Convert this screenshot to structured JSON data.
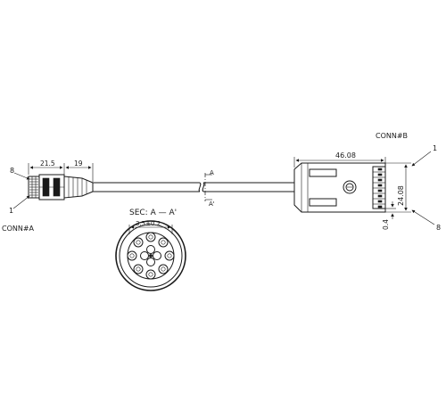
{
  "labels": {
    "conn_a": "CONN#A",
    "conn_b": "CONN#B",
    "pin_8_left": "8",
    "pin_1_left": "1",
    "pin_1_right": "1",
    "pin_8_right": "8",
    "section_a": "A",
    "section_a_prime": "A'",
    "section_title": "SEC: A — A'"
  },
  "dimensions": {
    "plug_body": "21.5",
    "boot": "19",
    "receptacle_width": "46.08",
    "receptacle_height": "24.08",
    "lead_offset": "0.4",
    "cable_diameter": "3.5±0.2"
  }
}
